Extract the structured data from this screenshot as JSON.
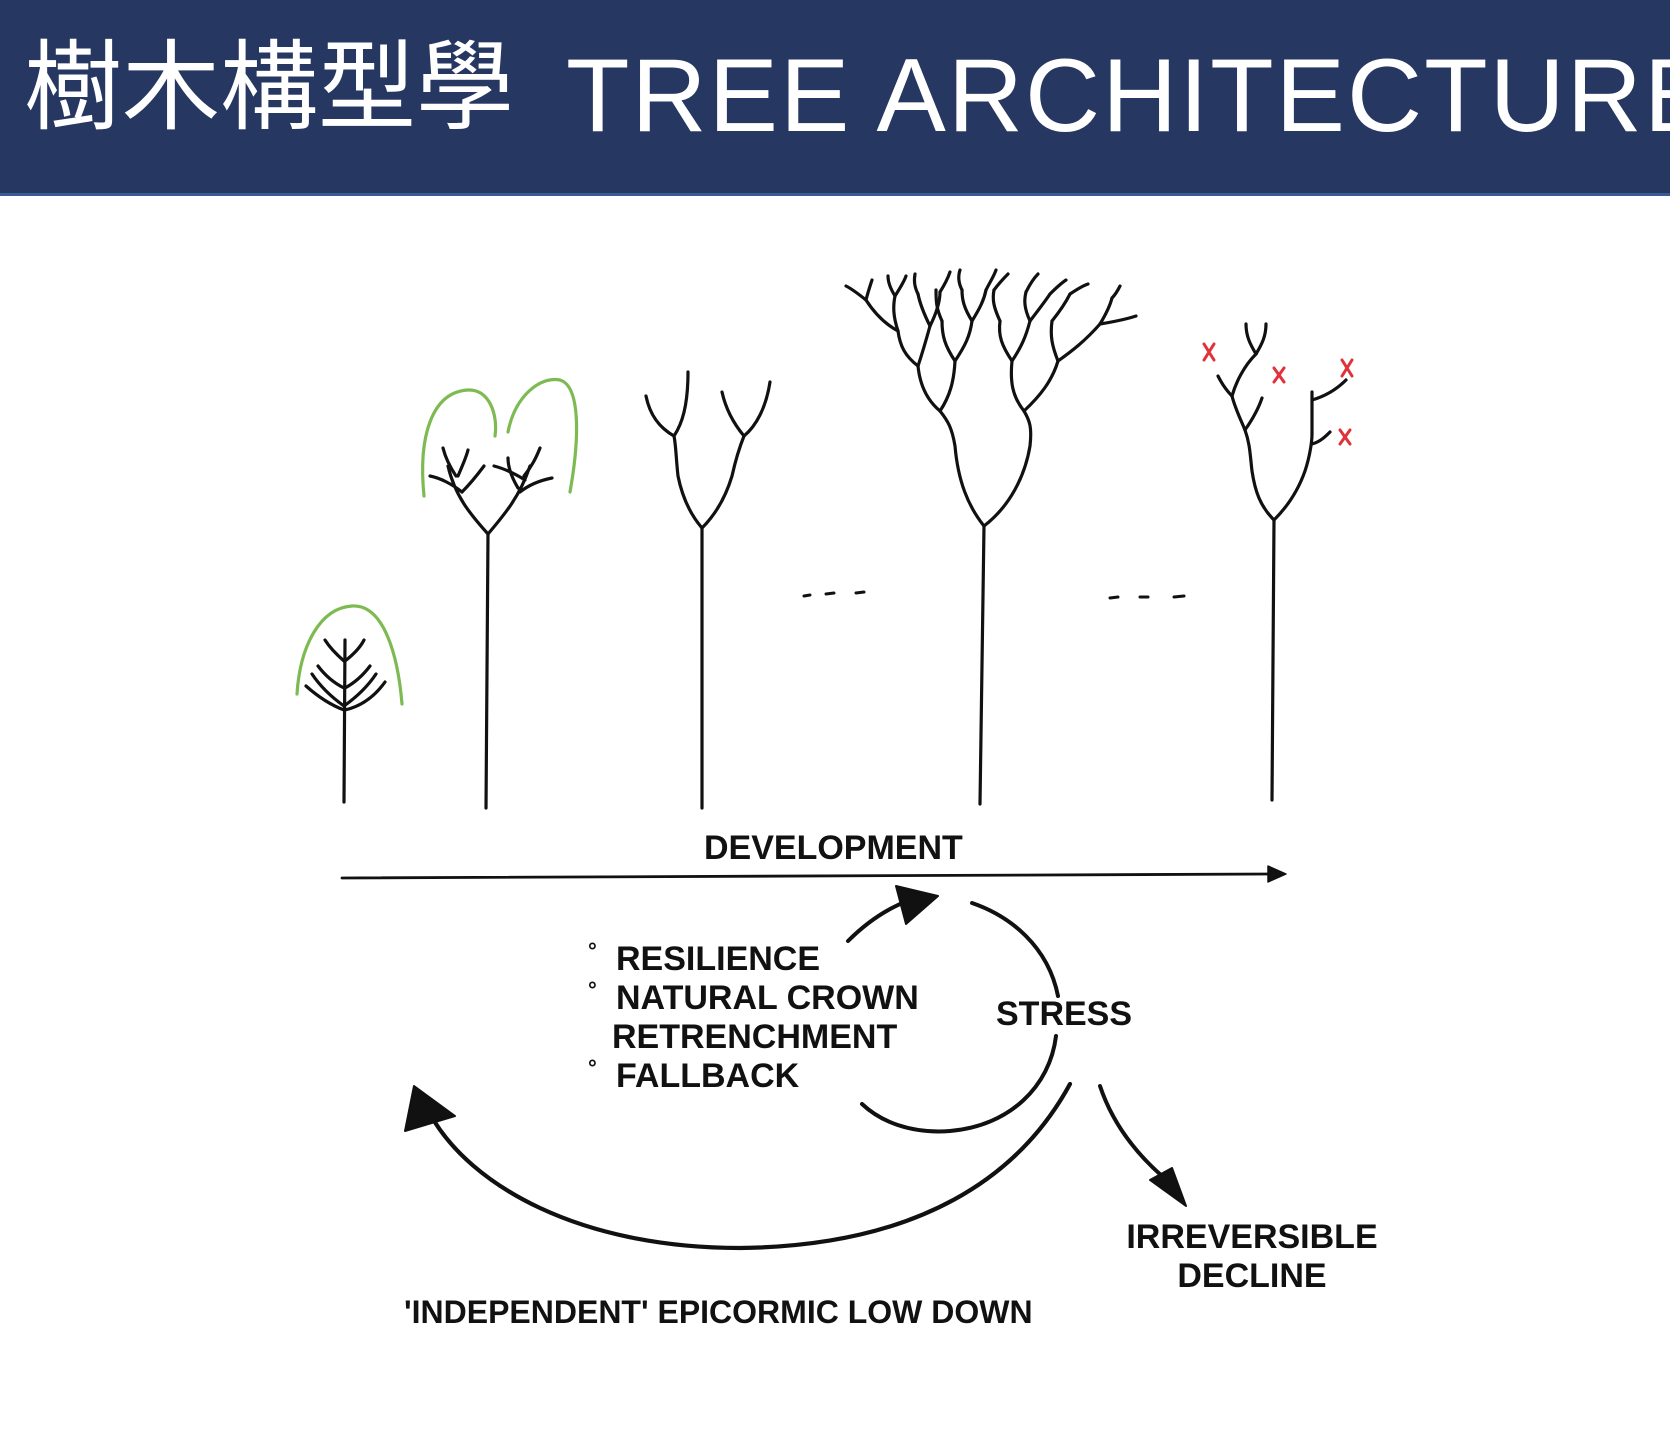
{
  "header": {
    "title_zh": "樹木構型學",
    "title_en": "TREE ARCHITECTURE"
  },
  "diagram": {
    "development_label": "DEVELOPMENT",
    "stress_label": "STRESS",
    "bullets": [
      "RESILIENCE",
      "NATURAL CROWN",
      "RETRENCHMENT",
      "FALLBACK"
    ],
    "bullet_marker": "°",
    "decline_label": [
      "IRREVERSIBLE",
      "DECLINE"
    ],
    "epicormic_label": "'INDEPENDENT' EPICORMIC LOW DOWN",
    "ellipsis": "- - -"
  },
  "colors": {
    "header_bg": "#263861",
    "canopy_green": "#7dbb52",
    "dead_mark_red": "#e0323a",
    "ink": "#111111"
  }
}
